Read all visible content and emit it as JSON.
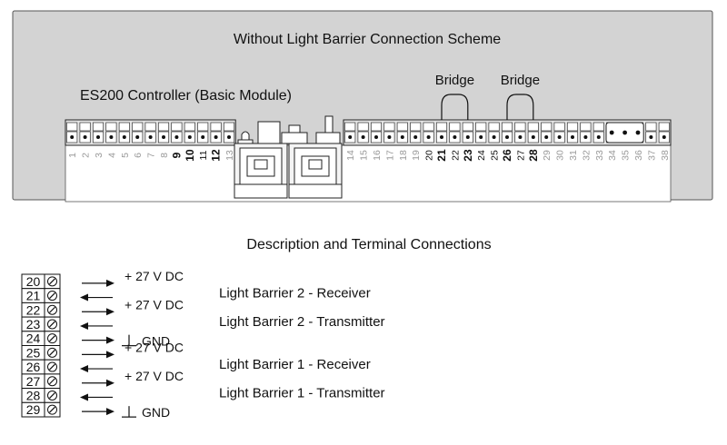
{
  "scheme_title": "Without Light Barrier Connection Scheme",
  "controller_label": "ES200 Controller (Basic Module)",
  "bridges": [
    {
      "label": "Bridge",
      "from": 21,
      "to": 23
    },
    {
      "label": "Bridge",
      "from": 26,
      "to": 28
    }
  ],
  "left_terminals": [
    "1",
    "2",
    "3",
    "4",
    "5",
    "6",
    "7",
    "8",
    "9",
    "10",
    "11",
    "12",
    "13"
  ],
  "right_terminals": [
    "14",
    "15",
    "16",
    "17",
    "18",
    "19",
    "20",
    "21",
    "22",
    "23",
    "24",
    "25",
    "26",
    "27",
    "28",
    "29",
    "30",
    "31",
    "32",
    "33",
    "34",
    "35",
    "36",
    "37",
    "38"
  ],
  "bold_terminals": [
    "9",
    "10",
    "12",
    "21",
    "23",
    "26",
    "28"
  ],
  "black_terminals": [
    "11",
    "20",
    "22",
    "24",
    "25",
    "27"
  ],
  "description_title": "Description and Terminal Connections",
  "legend_rows": [
    {
      "terminal": "20",
      "direction": "out"
    },
    {
      "terminal": "21",
      "direction": "in"
    },
    {
      "terminal": "22",
      "direction": "out"
    },
    {
      "terminal": "23",
      "direction": "in"
    },
    {
      "terminal": "24",
      "direction": "out"
    },
    {
      "terminal": "25",
      "direction": "out"
    },
    {
      "terminal": "26",
      "direction": "in"
    },
    {
      "terminal": "27",
      "direction": "out"
    },
    {
      "terminal": "28",
      "direction": "in"
    },
    {
      "terminal": "29",
      "direction": "out"
    }
  ],
  "power_labels": [
    {
      "row": 0,
      "text": "+ 27 V DC"
    },
    {
      "row": 2,
      "text": "+ 27 V DC"
    },
    {
      "row": 4,
      "text": "GND",
      "ground": true
    },
    {
      "row": 5,
      "text": "+ 27 V DC"
    },
    {
      "row": 7,
      "text": "+ 27 V DC"
    },
    {
      "row": 9,
      "text": "GND",
      "ground": true
    }
  ],
  "descriptions": [
    {
      "row": 0.5,
      "text": "Light Barrier 2 - Receiver"
    },
    {
      "row": 2.5,
      "text": "Light Barrier 2 - Transmitter"
    },
    {
      "row": 5.5,
      "text": "Light Barrier 1 - Receiver"
    },
    {
      "row": 7.5,
      "text": "Light Barrier 1 - Transmitter"
    }
  ],
  "colors": {
    "panel": "#d3d3d3",
    "terminal_block": "#e4e4e4",
    "line": "#111111",
    "muted_number": "#9a9a9a"
  }
}
